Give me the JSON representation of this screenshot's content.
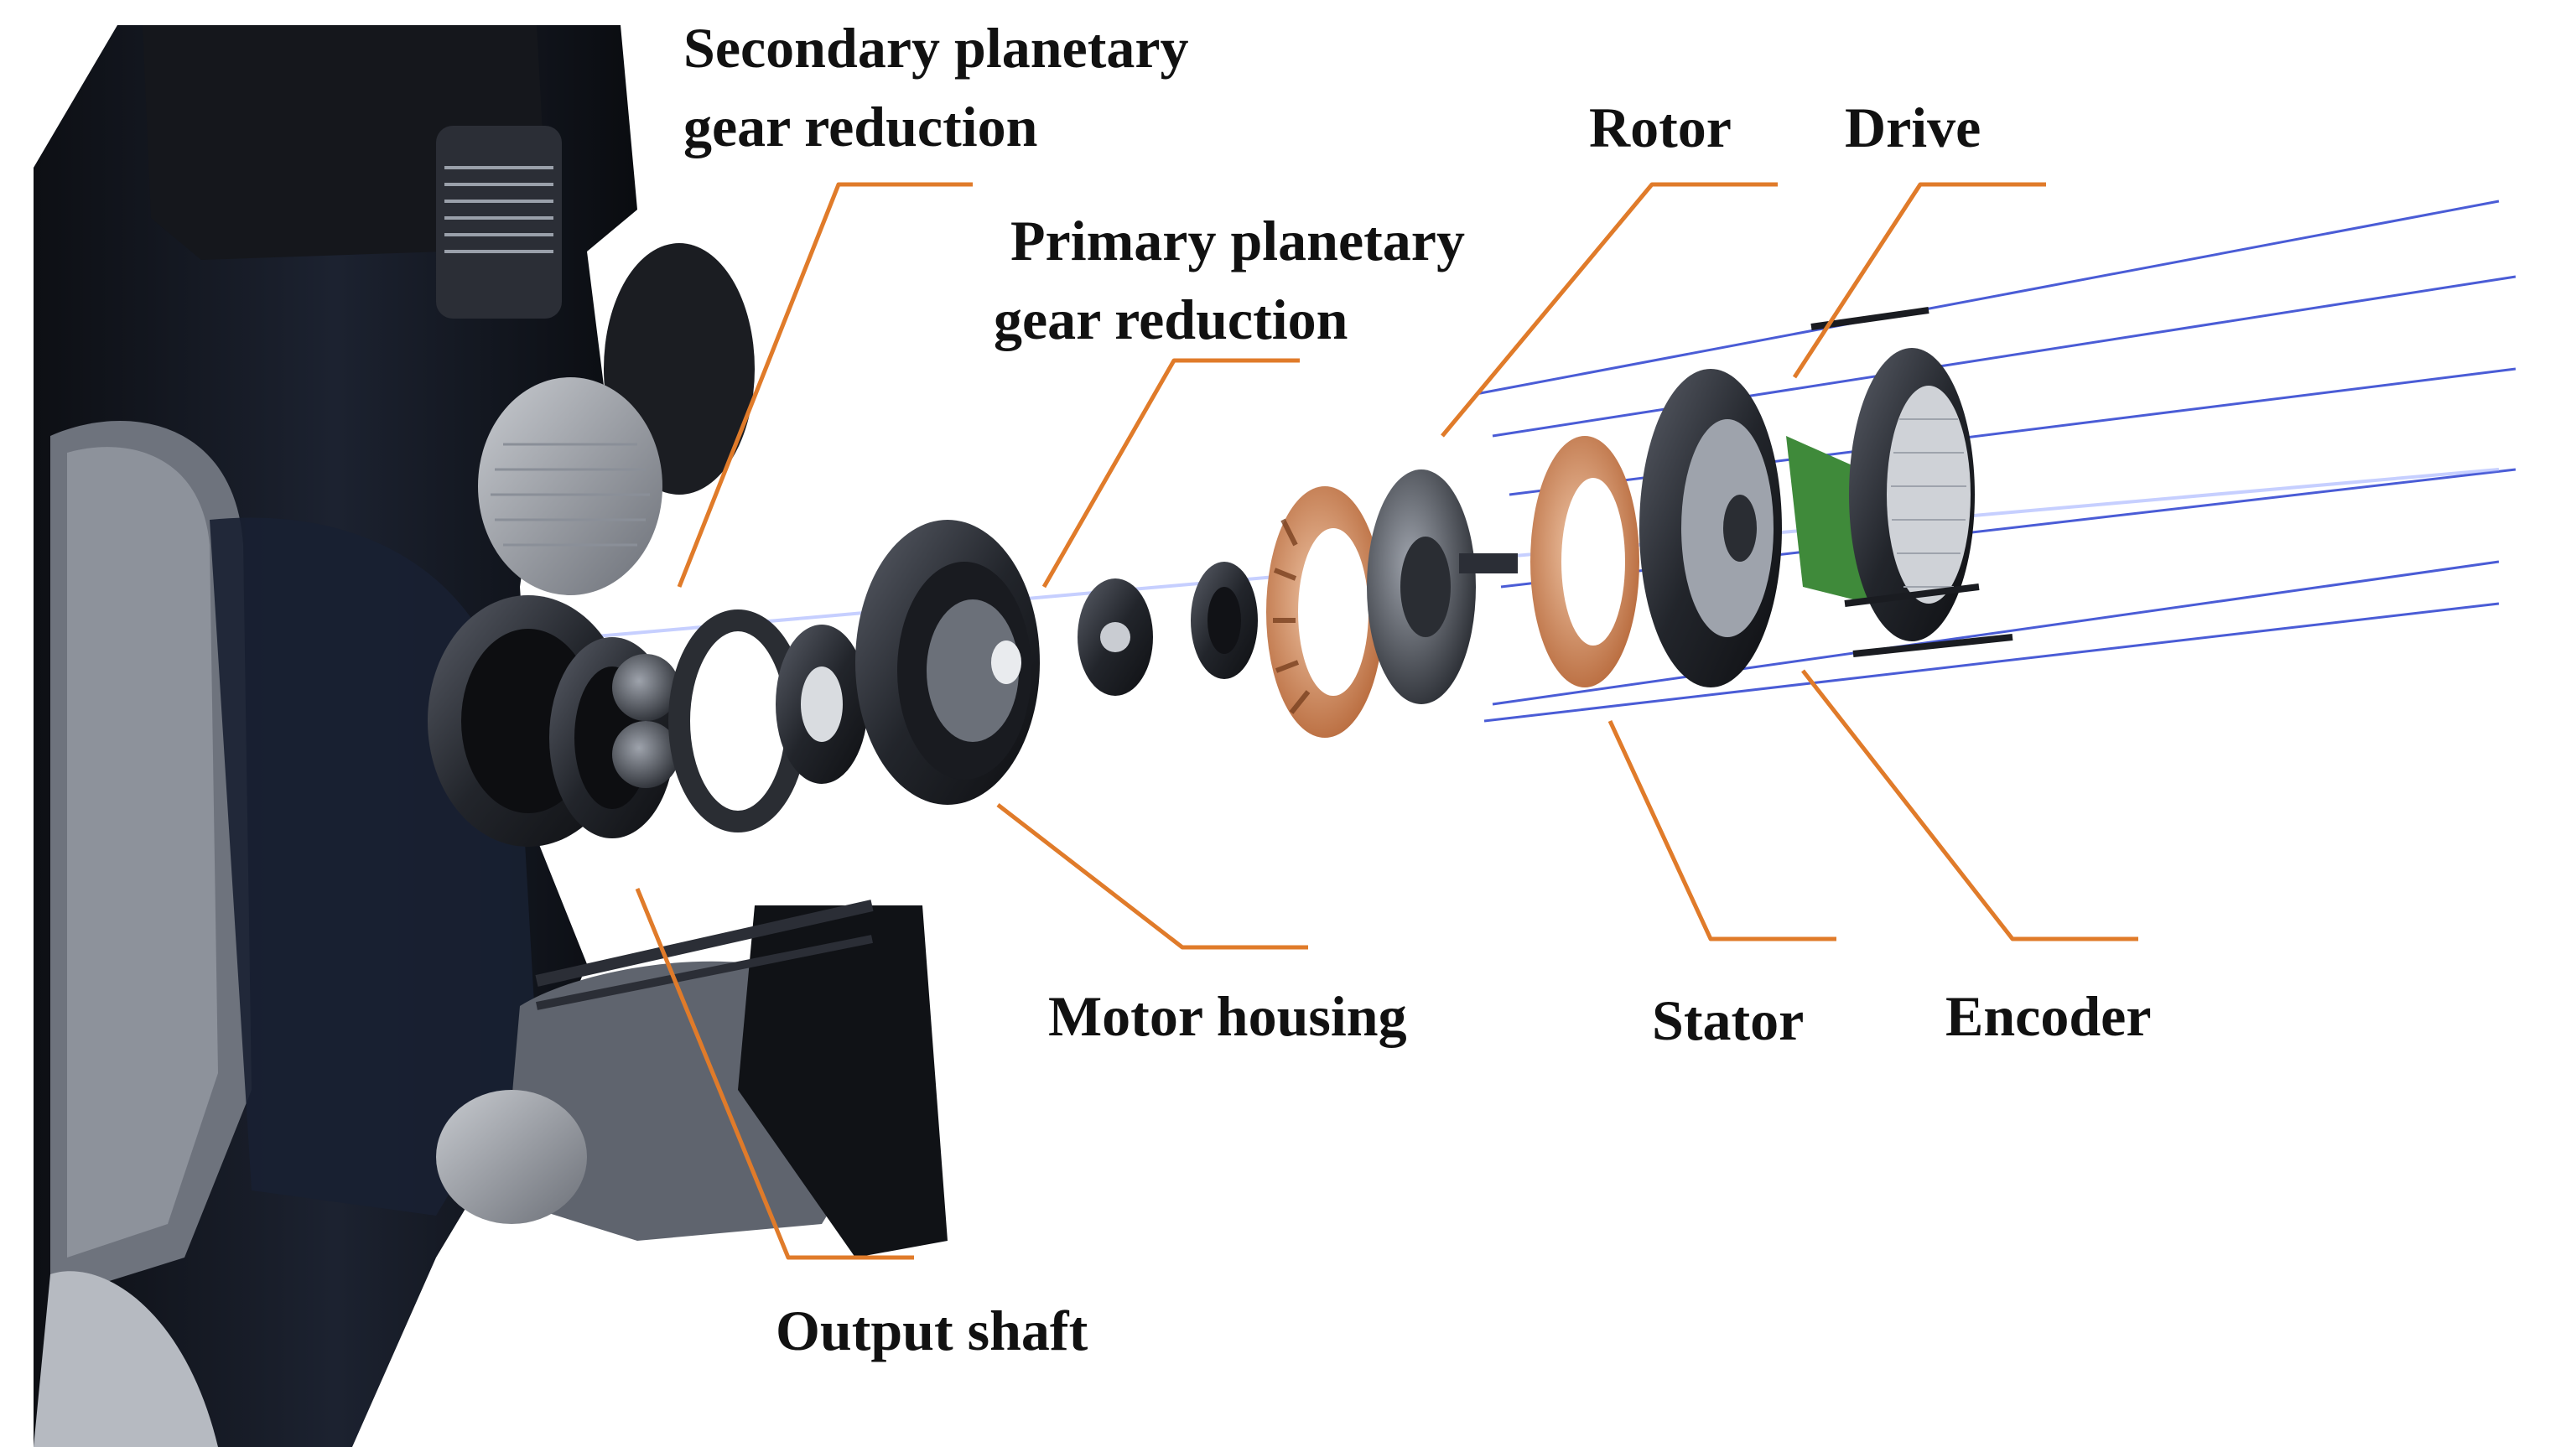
{
  "colors": {
    "leader_line": "#e07b2a",
    "label_text": "#111111",
    "axis_line": "#2a3fcf",
    "copper": "#c8723f",
    "metal_dark": "#1d1f24",
    "metal_mid": "#4a4e57",
    "pcb_green": "#3f8a3a"
  },
  "labels": {
    "secondary_line1": "Secondary planetary",
    "secondary_line2": "gear reduction",
    "primary_line1": "Primary planetary",
    "primary_line2": "gear reduction",
    "rotor": "Rotor",
    "drive": "Drive",
    "motor_housing": "Motor housing",
    "stator": "Stator",
    "encoder": "Encoder",
    "output_shaft": "Output shaft"
  },
  "icons": {
    "robot_leg": "robot-leg-illustration",
    "exploded_actuator": "exploded-actuator-illustration"
  }
}
